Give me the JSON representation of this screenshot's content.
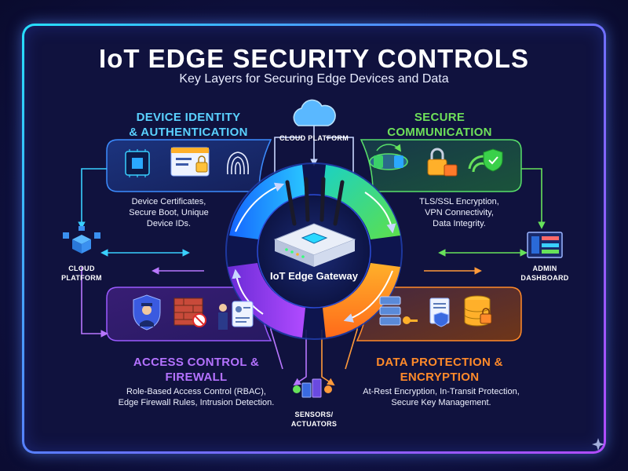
{
  "title": "IoT EDGE SECURITY CONTROLS",
  "subtitle": "Key Layers for Securing Edge Devices and Data",
  "center": {
    "label": "IoT Edge Gateway"
  },
  "endpoints": {
    "cloud_top": "CLOUD PLATFORM",
    "cloud_left_line1": "CLOUD",
    "cloud_left_line2": "PLATFORM",
    "admin_line1": "ADMIN",
    "admin_line2": "DASHBOARD",
    "sensors_line1": "SENSORS/",
    "sensors_line2": "ACTUATORS"
  },
  "sections": {
    "identity": {
      "title_line1": "DEVICE IDENTITY",
      "title_line2": "& AUTHENTICATION",
      "desc_line1": "Device Certificates,",
      "desc_line2": "Secure Boot, Unique",
      "desc_line3": "Device IDs.",
      "color": "#5ad1ff"
    },
    "communication": {
      "title_line1": "SECURE",
      "title_line2": "COMMUNICATION",
      "desc_line1": "TLS/SSL Encryption,",
      "desc_line2": "VPN Connectivity,",
      "desc_line3": "Data Integrity.",
      "color": "#6ee05a"
    },
    "access": {
      "title_line1": "ACCESS CONTROL &",
      "title_line2": "FIREWALL",
      "desc_line1": "Role-Based Access Control (RBAC),",
      "desc_line2": "Edge Firewall Rules, Intrusion Detection.",
      "color": "#b472ff"
    },
    "data": {
      "title_line1": "DATA PROTECTION &",
      "title_line2": "ENCRYPTION",
      "desc_line1": "At-Rest Encryption, In-Transit Protection,",
      "desc_line2": "Secure Key Management.",
      "color": "#ff8a2a"
    }
  },
  "icons": [
    "chip-icon",
    "browser-lock-icon",
    "fingerprint-icon",
    "shield-sync-icon",
    "padlock-icon",
    "wifi-shield-icon",
    "security-guard-icon",
    "firewall-icon",
    "id-badge-icon",
    "server-key-icon",
    "document-shield-icon",
    "database-lock-icon",
    "cloud-icon",
    "dashboard-icon",
    "cubes-network-icon",
    "router-icon"
  ]
}
